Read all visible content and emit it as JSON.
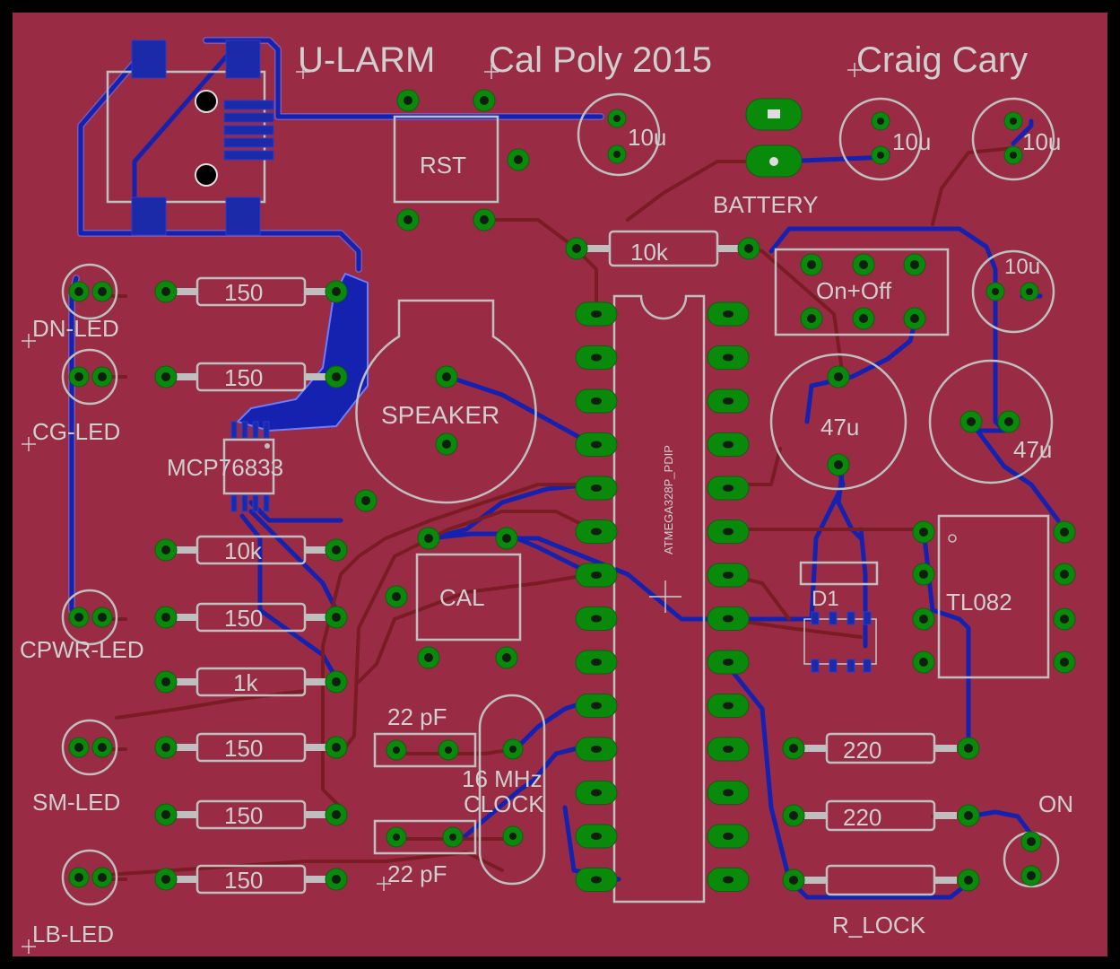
{
  "title": "U-LARM",
  "subtitle": "Cal Poly 2015",
  "author": "Craig Cary",
  "colors": {
    "board": "#9a2b45",
    "copper_top": "#7a1c24",
    "copper_bottom": "#1522b0",
    "pad": "#0a8a0a",
    "silkscreen": "#bfbfbf"
  },
  "components": {
    "rst": "RST",
    "cal": "CAL",
    "speaker": "SPEAKER",
    "battery": "BATTERY",
    "on_off": "On+Off",
    "mcu": "ATMEGA328P_PDIP",
    "rtc": "MCP76833",
    "opamp": "TL082",
    "diode": "D1",
    "clock": "16 MHz",
    "clock_label2": "CLOCK",
    "r_lock": "R_LOCK",
    "on": "ON"
  },
  "leds": [
    "DN-LED",
    "CG-LED",
    "CPWR-LED",
    "SM-LED",
    "LB-LED"
  ],
  "resistors": {
    "r_dn": "150",
    "r_cg": "150",
    "r_10k_left": "10k",
    "r_cpwr": "150",
    "r_1k": "1k",
    "r_sm": "150",
    "r_sm2": "150",
    "r_lb": "150",
    "r_10k_top": "10k",
    "r_220_a": "220",
    "r_220_b": "220"
  },
  "capacitors": {
    "c_top": "10u",
    "c_bat1": "10u",
    "c_bat2": "10u",
    "c_right": "10u",
    "c_47_a": "47u",
    "c_47_b": "47u",
    "c_22_a": "22 pF",
    "c_22_b": "22 pF"
  }
}
